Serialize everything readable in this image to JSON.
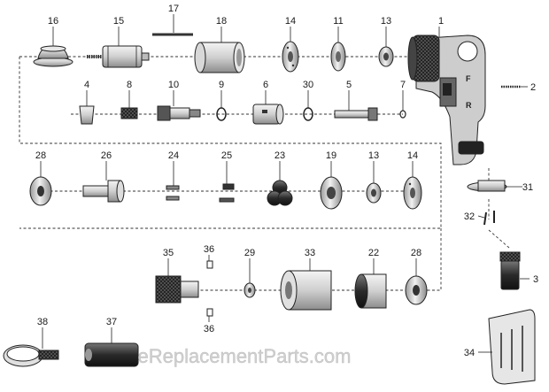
{
  "diagram": {
    "callouts": [
      {
        "id": "c1",
        "label": "1"
      },
      {
        "id": "c2",
        "label": "2"
      },
      {
        "id": "c3",
        "label": "3"
      },
      {
        "id": "c4",
        "label": "4"
      },
      {
        "id": "c5",
        "label": "5"
      },
      {
        "id": "c6",
        "label": "6"
      },
      {
        "id": "c7",
        "label": "7"
      },
      {
        "id": "c8",
        "label": "8"
      },
      {
        "id": "c9",
        "label": "9"
      },
      {
        "id": "c10",
        "label": "10"
      },
      {
        "id": "c11",
        "label": "11"
      },
      {
        "id": "c13a",
        "label": "13"
      },
      {
        "id": "c13b",
        "label": "13"
      },
      {
        "id": "c14a",
        "label": "14"
      },
      {
        "id": "c14b",
        "label": "14"
      },
      {
        "id": "c15",
        "label": "15"
      },
      {
        "id": "c16",
        "label": "16"
      },
      {
        "id": "c17",
        "label": "17"
      },
      {
        "id": "c18",
        "label": "18"
      },
      {
        "id": "c19",
        "label": "19"
      },
      {
        "id": "c22",
        "label": "22"
      },
      {
        "id": "c23",
        "label": "23"
      },
      {
        "id": "c24",
        "label": "24"
      },
      {
        "id": "c25",
        "label": "25"
      },
      {
        "id": "c26",
        "label": "26"
      },
      {
        "id": "c28a",
        "label": "28"
      },
      {
        "id": "c28b",
        "label": "28"
      },
      {
        "id": "c29",
        "label": "29"
      },
      {
        "id": "c30",
        "label": "30"
      },
      {
        "id": "c31",
        "label": "31"
      },
      {
        "id": "c32",
        "label": "32"
      },
      {
        "id": "c33",
        "label": "33"
      },
      {
        "id": "c34",
        "label": "34"
      },
      {
        "id": "c35",
        "label": "35"
      },
      {
        "id": "c36a",
        "label": "36"
      },
      {
        "id": "c36b",
        "label": "36"
      },
      {
        "id": "c37",
        "label": "37"
      },
      {
        "id": "c38",
        "label": "38"
      }
    ],
    "switch_marks": {
      "forward": "F",
      "reverse": "R"
    },
    "watermark": "eReplacementParts.com"
  }
}
